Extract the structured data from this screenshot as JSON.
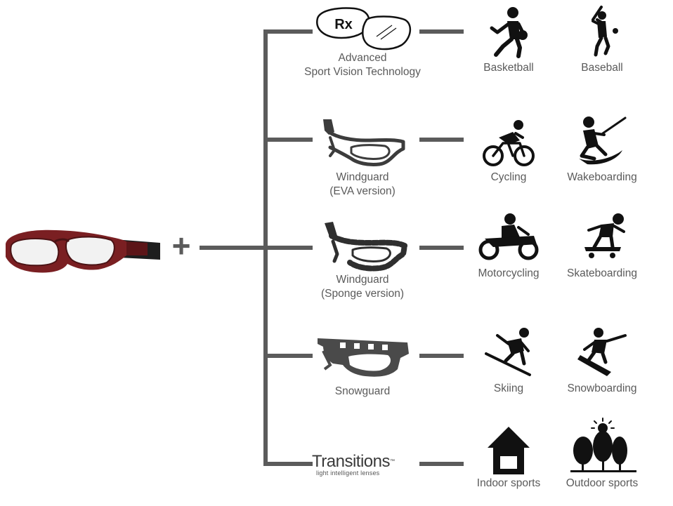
{
  "accessories": [
    {
      "id": "rx",
      "badge": "Rx",
      "label_lines": [
        "Advanced",
        "Sport Vision Technology"
      ],
      "sports": [
        {
          "label": "Basketball",
          "icon": "basketball-player-icon"
        },
        {
          "label": "Baseball",
          "icon": "baseball-batter-icon"
        }
      ]
    },
    {
      "id": "windguard-eva",
      "label_lines": [
        "Windguard",
        "(EVA version)"
      ],
      "sports": [
        {
          "label": "Cycling",
          "icon": "cyclist-icon"
        },
        {
          "label": "Wakeboarding",
          "icon": "wakeboarder-icon"
        }
      ]
    },
    {
      "id": "windguard-sponge",
      "label_lines": [
        "Windguard",
        "(Sponge version)"
      ],
      "sports": [
        {
          "label": "Motorcycling",
          "icon": "motorcyclist-icon"
        },
        {
          "label": "Skateboarding",
          "icon": "skateboarder-icon"
        }
      ]
    },
    {
      "id": "snowguard",
      "label_lines": [
        "Snowguard"
      ],
      "sports": [
        {
          "label": "Skiing",
          "icon": "skier-icon"
        },
        {
          "label": "Snowboarding",
          "icon": "snowboarder-icon"
        }
      ]
    },
    {
      "id": "transitions",
      "brand_name": "Transitions",
      "brand_tm": "™",
      "brand_tagline": "light intelligent lenses",
      "sports": [
        {
          "label": "Indoor sports",
          "icon": "indoor-house-icon"
        },
        {
          "label": "Outdoor sports",
          "icon": "outdoor-trees-sun-icon"
        }
      ]
    }
  ],
  "plus_symbol": "+",
  "colors": {
    "connector": "#5b5b5b",
    "frame": "#7a1f22",
    "strap": "#1e1e1e",
    "guard": "#3c3c3c",
    "icon": "#111111",
    "label": "#5a5a5a"
  }
}
